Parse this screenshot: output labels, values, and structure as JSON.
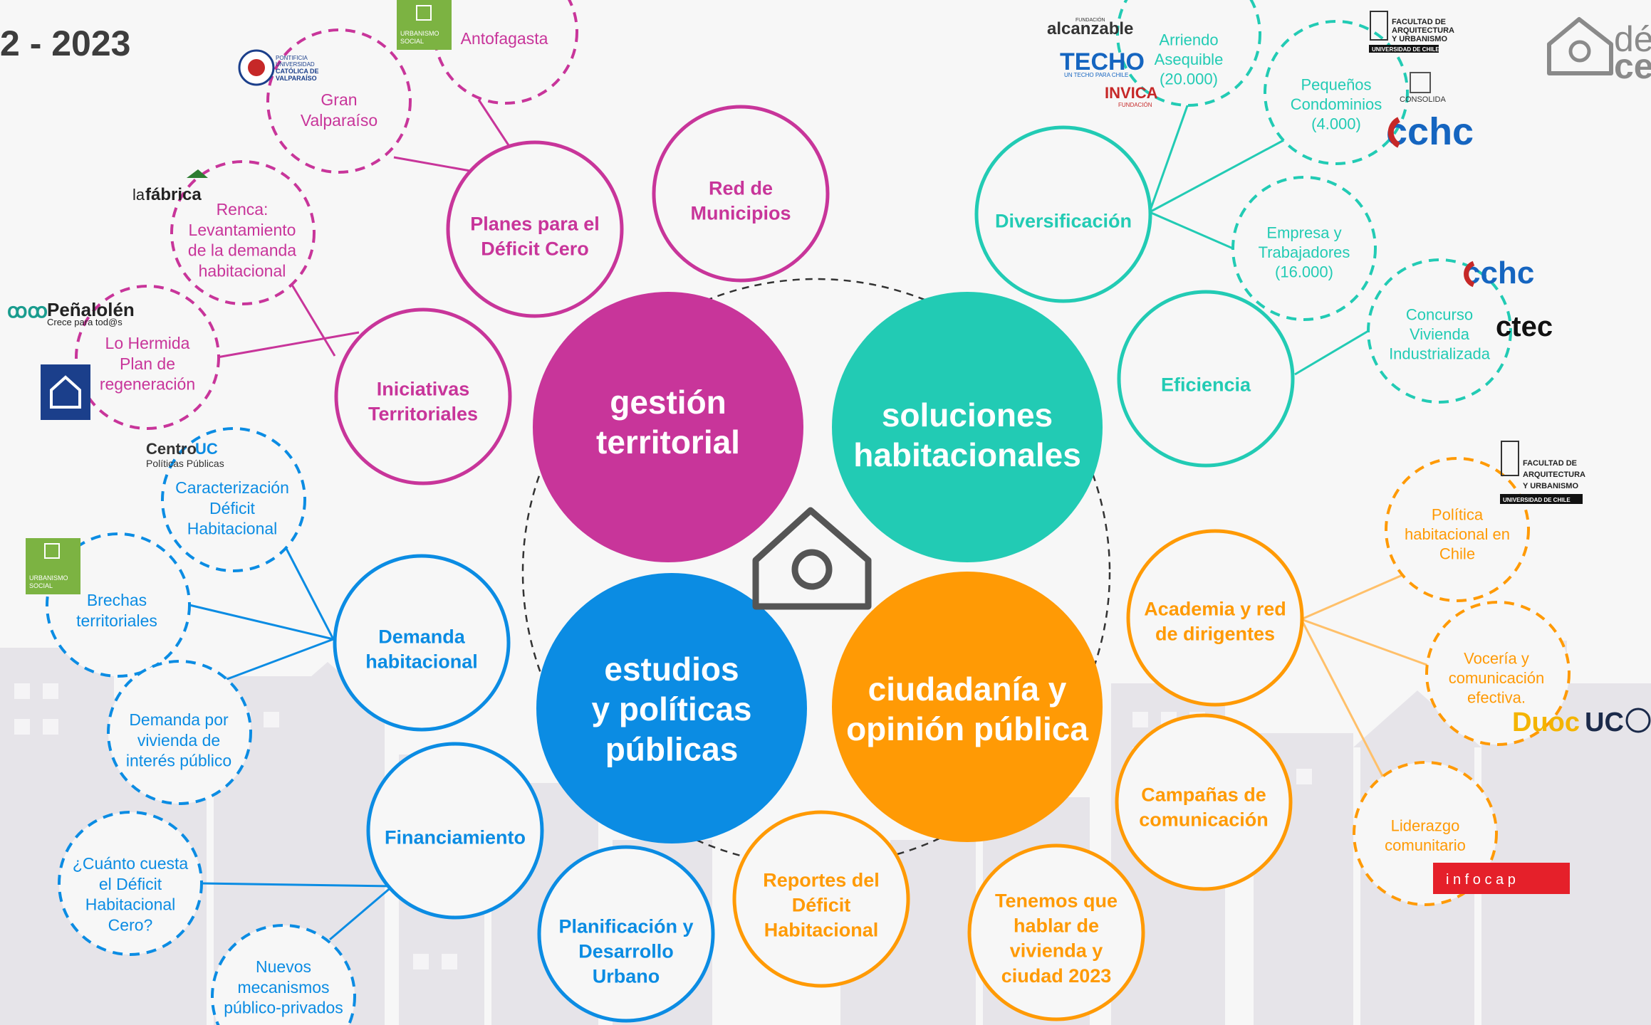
{
  "header": {
    "year_range": "2 - 2023"
  },
  "colors": {
    "magenta": "#c8359a",
    "teal": "#22cbb4",
    "blue": "#0b8ce3",
    "orange": "#ff9a05",
    "background": "#f7f7f7",
    "city_silhouette": "#d9d6df"
  },
  "center_icon": "house-icon",
  "hubs": {
    "gestion": [
      "gestión",
      "territorial"
    ],
    "soluciones": [
      "soluciones",
      "habitacionales"
    ],
    "estudios": [
      "estudios",
      "y políticas",
      "públicas"
    ],
    "ciudadania": [
      "ciudadanía y",
      "opinión pública"
    ]
  },
  "nodes": {
    "planes": [
      "Planes para el",
      "Déficit Cero"
    ],
    "red_municipios": [
      "Red de",
      "Municipios"
    ],
    "iniciativas": [
      "Iniciativas",
      "Territoriales"
    ],
    "antofagasta": [
      "Antofagasta"
    ],
    "gran_valparaiso": [
      "Gran",
      "Valparaíso"
    ],
    "renca": [
      "Renca:",
      "Levantamiento",
      "de la demanda",
      "habitacional"
    ],
    "lo_hermida": [
      "Lo Hermida",
      "Plan de",
      "regeneración"
    ],
    "diversificacion": [
      "Diversificación"
    ],
    "eficiencia": [
      "Eficiencia"
    ],
    "arriendo": [
      "Arriendo",
      "Asequible",
      "(20.000)"
    ],
    "pequenos": [
      "Pequeños",
      "Condominios",
      "(4.000)"
    ],
    "empresa": [
      "Empresa y",
      "Trabajadores",
      "(16.000)"
    ],
    "concurso": [
      "Concurso",
      "Vivienda",
      "Industrializada"
    ],
    "demanda": [
      "Demanda",
      "habitacional"
    ],
    "financiamiento": [
      "Financiamiento"
    ],
    "planificacion": [
      "Planificación y",
      "Desarrollo",
      "Urbano"
    ],
    "caracterizacion": [
      "Caracterización",
      "Déficit",
      "Habitacional"
    ],
    "brechas": [
      "Brechas",
      "territoriales"
    ],
    "demanda_por": [
      "Demanda por",
      "vivienda de",
      "interés público"
    ],
    "cuanto": [
      "¿Cuánto cuesta",
      "el Déficit",
      "Habitacional",
      "Cero?"
    ],
    "nuevos": [
      "Nuevos",
      "mecanismos",
      "público-privados"
    ],
    "academia": [
      "Academia y red",
      "de dirigentes"
    ],
    "campanas": [
      "Campañas de",
      "comunicación"
    ],
    "reportes": [
      "Reportes del",
      "Déficit",
      "Habitacional"
    ],
    "tenemos": [
      "Tenemos que",
      "hablar de",
      "vivienda y",
      "ciudad 2023"
    ],
    "politica": [
      "Política",
      "habitacional en",
      "Chile"
    ],
    "voceria": [
      "Vocería y",
      "comunicación",
      "efectiva."
    ],
    "liderazgo": [
      "Liderazgo",
      "comunitario"
    ]
  },
  "logos": {
    "urbanismo_social": [
      "URBANISMO",
      "SOCIAL"
    ],
    "ucv": [
      "PONTIFICIA",
      "UNIVERSIDAD",
      "CATÓLICA DE",
      "VALPARAÍSO"
    ],
    "lafabrica": [
      "la",
      "fábrica"
    ],
    "penalolen": [
      "Peñalolén",
      "Crece para tod@s"
    ],
    "alcanzable": [
      "FUNDACIÓN",
      "alcanzable"
    ],
    "techo": [
      "TECHO",
      "UN TECHO PARA CHILE"
    ],
    "invica": [
      "INVICA",
      "FUNDACIÓN"
    ],
    "fau": [
      "FACULTAD DE",
      "ARQUITECTURA",
      "Y URBANISMO",
      "UNIVERSIDAD DE CHILE"
    ],
    "consolida": [
      "CONSOLIDA"
    ],
    "cchc": [
      "cchc"
    ],
    "ctec": [
      "ctec"
    ],
    "centro_uc": [
      "Centro",
      "UC",
      "Políticas Públicas"
    ],
    "duoc": [
      "Duoc",
      "UC"
    ],
    "infocap": [
      "i n f o c a p"
    ],
    "corner_brand": [
      "dé",
      "ce"
    ]
  }
}
